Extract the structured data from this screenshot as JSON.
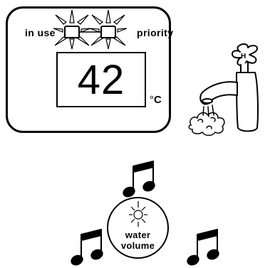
{
  "panel": {
    "in_use_label": "in use",
    "priority_label": "priority",
    "temperature": "42",
    "unit_degree": "°",
    "unit_letter": "C"
  },
  "water_volume": {
    "line1": "water",
    "line2": "volume"
  },
  "icons": {
    "led_in_use": "sun-burst-led-icon",
    "led_priority": "sun-burst-led-icon",
    "tap": "hot-water-tap-icon",
    "note": "music-note-icon",
    "water_sun": "sun-icon"
  }
}
